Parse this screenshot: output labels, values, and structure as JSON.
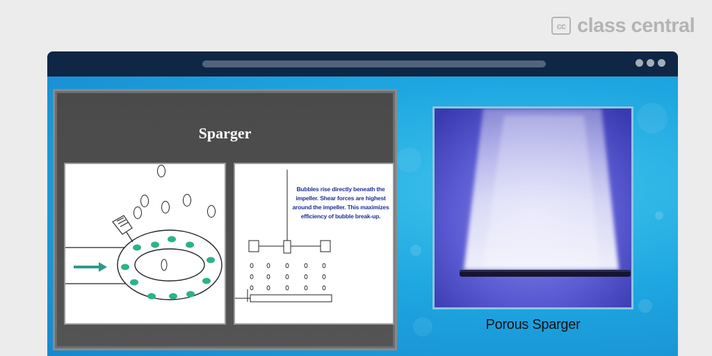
{
  "brand": {
    "icon_text": "cc",
    "name": "class central"
  },
  "window": {
    "titlebar_color": "#0f2645",
    "content_color": "#1ea6e0"
  },
  "slide": {
    "title": "Sparger",
    "right_panel_text": "Bubbles rise directly beneath the impeller. Shear forces are highest around the impeller. This maximizes efficiency of bubble break-up."
  },
  "photo": {
    "caption": "Porous Sparger"
  },
  "icons": [
    "cc-logo-icon",
    "window-menu-dots-icon",
    "flow-arrow-icon",
    "pointing-hand-icon"
  ]
}
